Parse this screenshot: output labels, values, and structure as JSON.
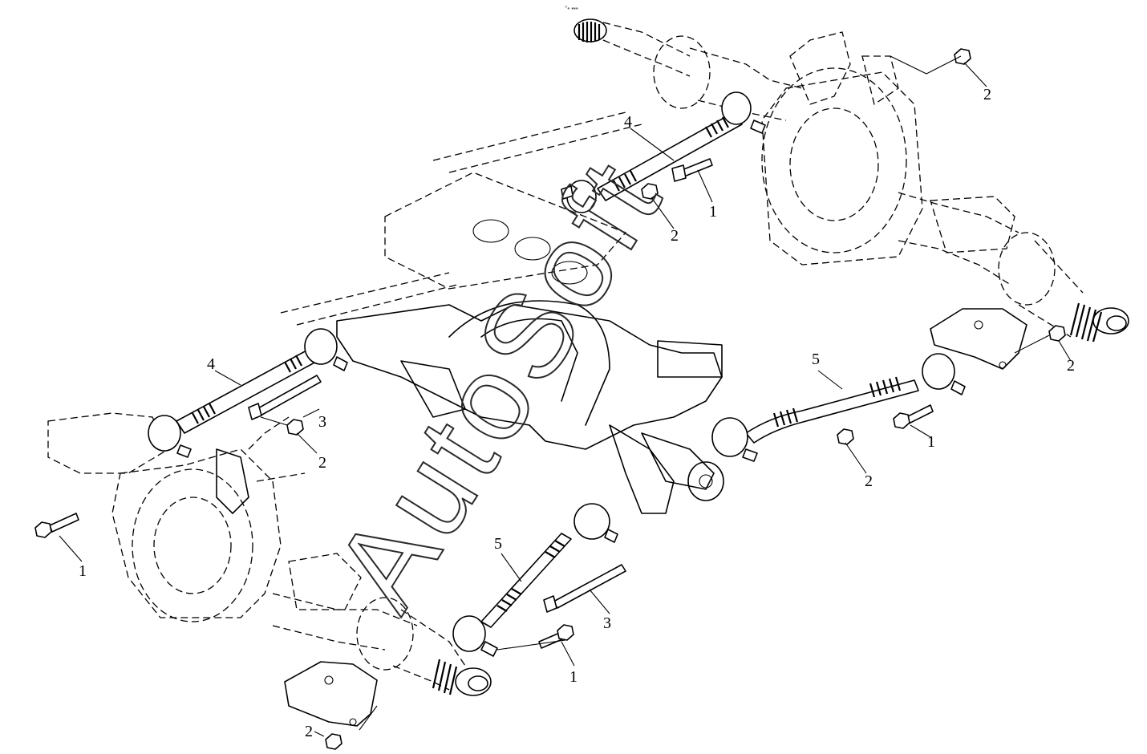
{
  "watermark": "AutoSoft",
  "corner_code": "°• ▪▪▪",
  "callouts": {
    "c1_top": "1",
    "c1_left": "1",
    "c1_bottom": "1",
    "c1_right": "1",
    "c2_topright": "2",
    "c2_top": "2",
    "c2_mid_left": "2",
    "c2_right": "2",
    "c2_mid_right": "2",
    "c2_bottom": "2",
    "c3_left": "3",
    "c3_bottom": "3",
    "c4_top": "4",
    "c4_left": "4",
    "c5_right": "5",
    "c5_bottom": "5"
  }
}
